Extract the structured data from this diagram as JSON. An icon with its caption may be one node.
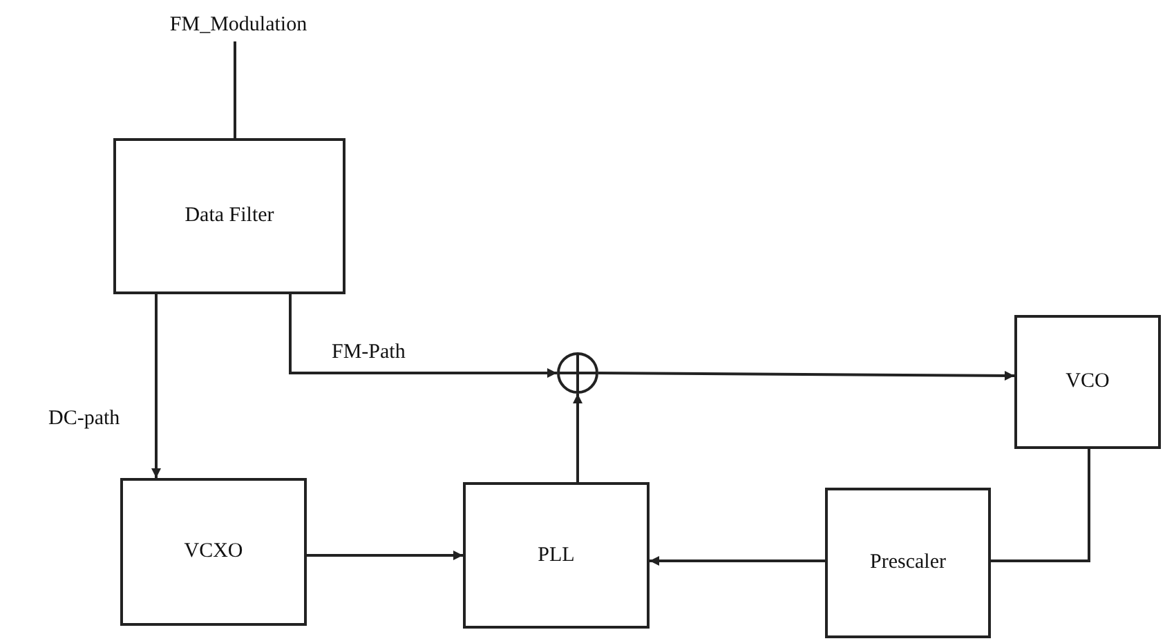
{
  "diagram": {
    "nodes": [
      {
        "text": [
          "FM_Modulation"
        ]
      },
      {
        "text": [
          "Data Filter"
        ]
      },
      {
        "text": [],
        "shape": "circle"
      },
      {
        "text": [
          "VCO"
        ]
      },
      {
        "text": [
          "VCXO"
        ]
      },
      {
        "text": [
          "PLL"
        ]
      },
      {
        "text": [
          "Prescaler"
        ]
      }
    ],
    "edges": [
      {
        "from": 0,
        "to": 1,
        "arrow": "none"
      },
      {
        "from": 1,
        "to": 4,
        "arrow": "to",
        "label": "DC-path"
      },
      {
        "from": 1,
        "to": 2,
        "arrow": "to",
        "label": "FM-Path"
      },
      {
        "from": 2,
        "to": 3,
        "arrow": "to"
      },
      {
        "from": 3,
        "to": 6,
        "arrow": "none"
      },
      {
        "from": 6,
        "to": 5,
        "arrow": "to"
      },
      {
        "from": 4,
        "to": 5,
        "arrow": "to"
      },
      {
        "from": 5,
        "to": 2,
        "arrow": "to"
      }
    ]
  }
}
